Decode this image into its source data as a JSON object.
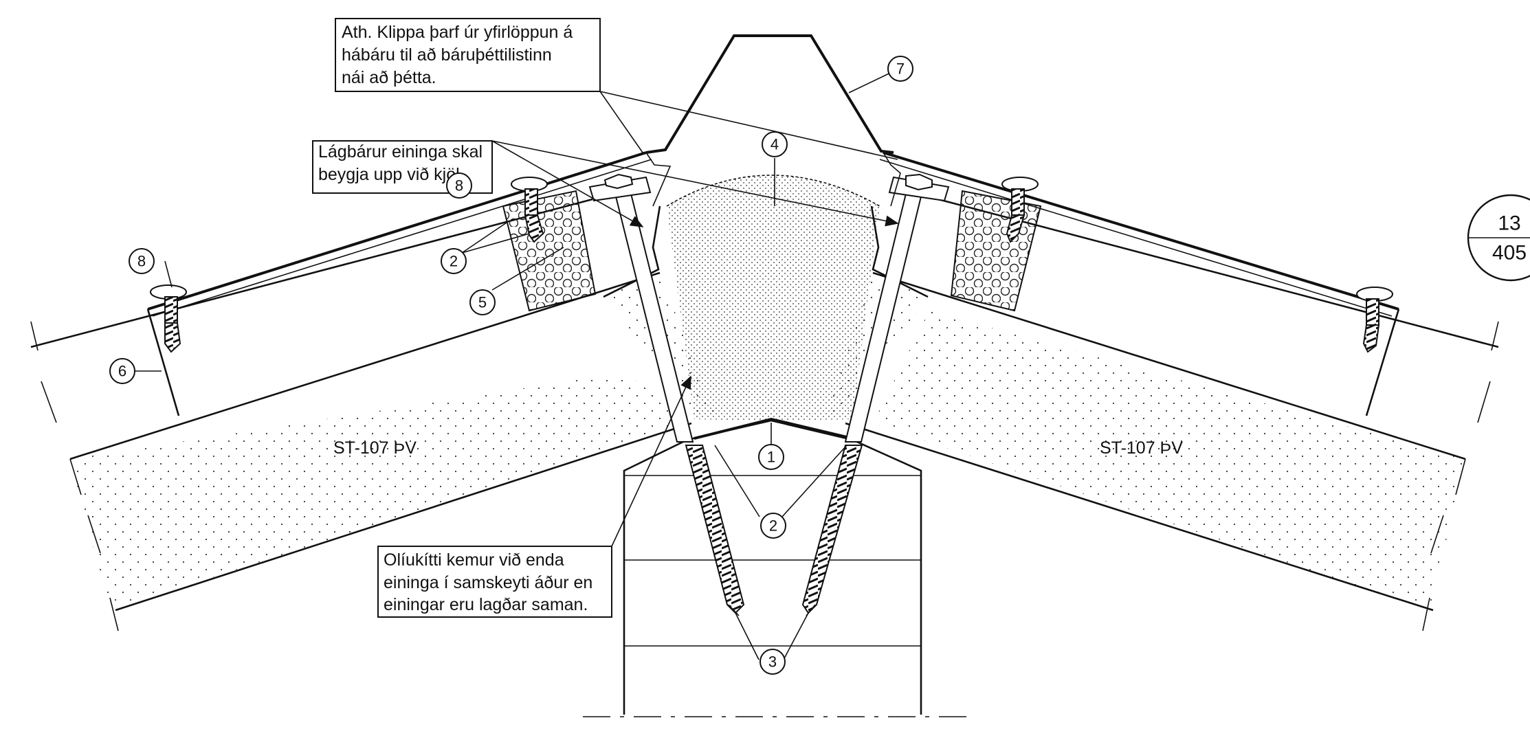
{
  "notes": {
    "note_clip": [
      "Ath. Klippa þarf úr yfirlöppun á",
      "hábáru til að báruþéttilistinn",
      "nái að þétta."
    ],
    "note_bend": [
      "Lágbárur eininga skal",
      "beygja upp við kjöl."
    ],
    "note_oil": [
      "Olíukítti kemur við enda",
      "eininga í samskeyti áður en",
      "einingar eru lagðar saman."
    ]
  },
  "panel_labels": {
    "left": "ST-107 ÞV",
    "right": "ST-107 ÞV"
  },
  "callouts": {
    "c1": "1",
    "c2a": "2",
    "c2b": "2",
    "c3": "3",
    "c4": "4",
    "c5": "5",
    "c6": "6",
    "c7": "7",
    "c8a": "8",
    "c8b": "8"
  },
  "sheet_ref": {
    "top": "13",
    "bottom": "405"
  }
}
